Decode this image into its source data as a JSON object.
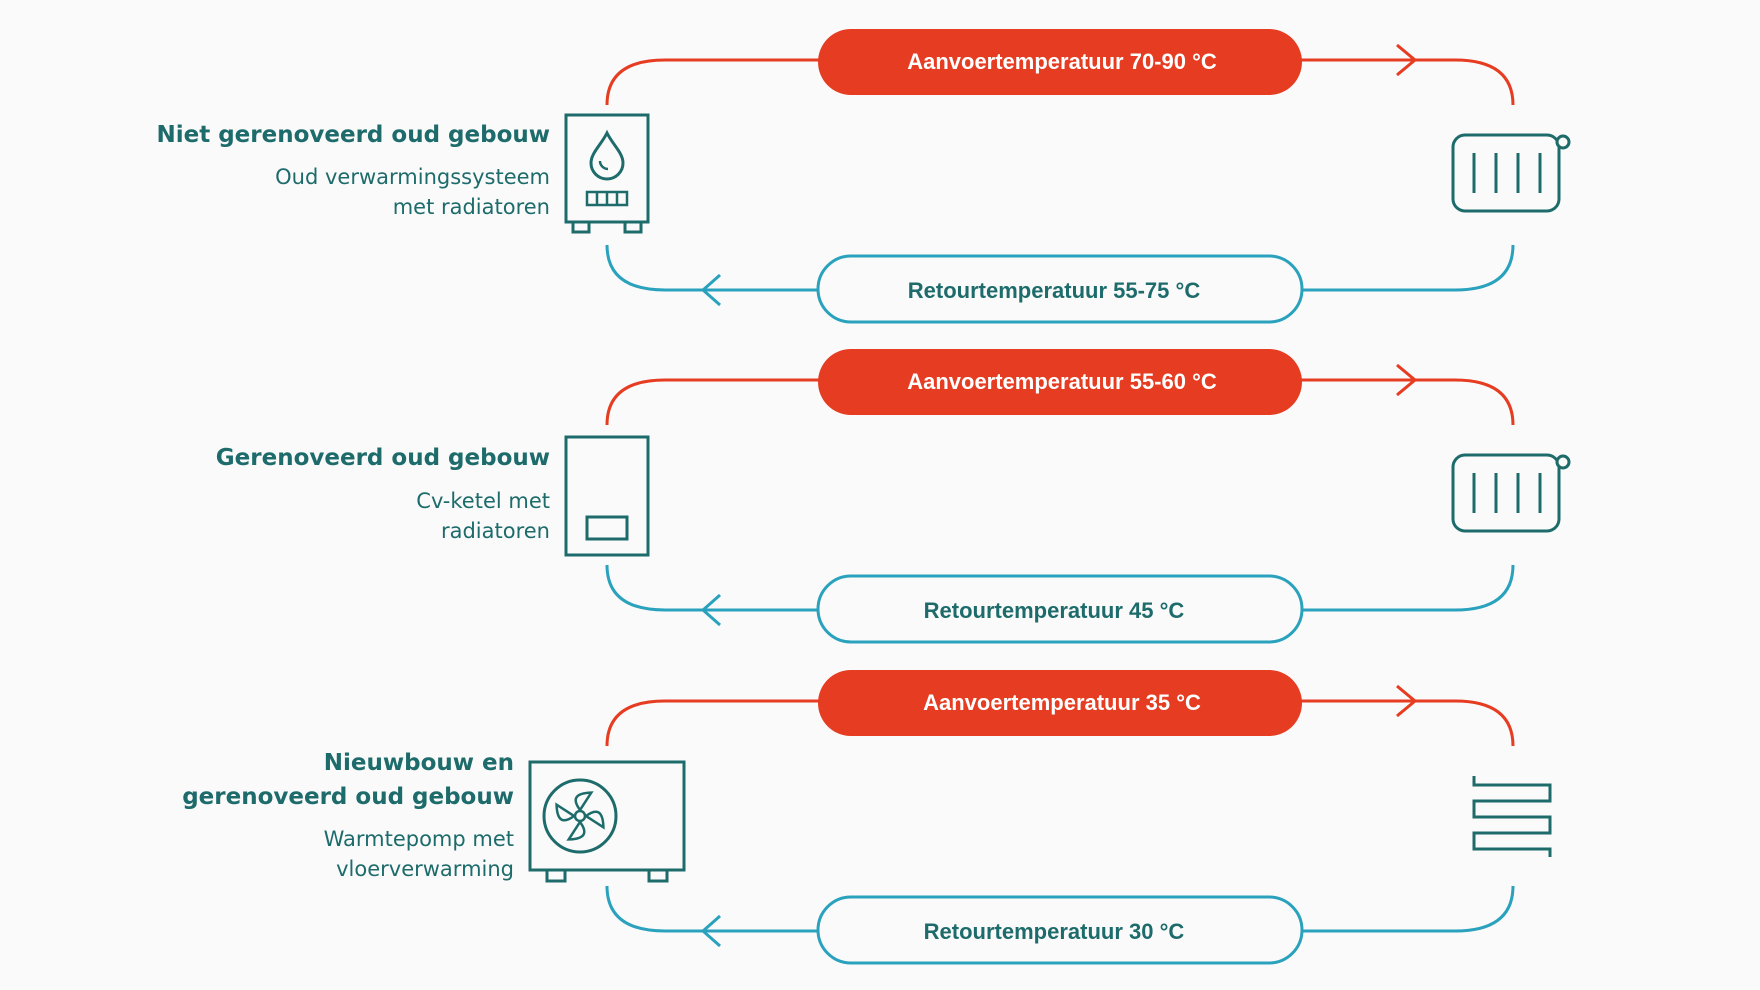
{
  "colors": {
    "supply": "#e63c21",
    "return": "#2aa2bd",
    "teal": "#1d6b6b",
    "background": "#fafafa",
    "pill_text_on_supply": "#ffffff"
  },
  "blocks": [
    {
      "title_lines": [
        "Niet gerenoveerd oud gebouw"
      ],
      "subtitle_lines": [
        "Oud verwarmingssysteem",
        "met radiatoren"
      ],
      "supply_label": "Aanvoertemperatuur 70-90 °C",
      "return_label": "Retourtemperatuur 55-75 °C",
      "source_icon": "oil-boiler-icon",
      "emitter_icon": "radiator-icon"
    },
    {
      "title_lines": [
        "Gerenoveerd oud gebouw"
      ],
      "subtitle_lines": [
        "Cv-ketel met",
        "radiatoren"
      ],
      "supply_label": "Aanvoertemperatuur 55-60 °C",
      "return_label": "Retourtemperatuur 45 °C",
      "source_icon": "gas-boiler-icon",
      "emitter_icon": "radiator-icon"
    },
    {
      "title_lines": [
        "Nieuwbouw en",
        "gerenoveerd oud gebouw"
      ],
      "subtitle_lines": [
        "Warmtepomp met",
        "vloerverwarming"
      ],
      "supply_label": "Aanvoertemperatuur 35 °C",
      "return_label": "Retourtemperatuur 30 °C",
      "source_icon": "heat-pump-icon",
      "emitter_icon": "floor-heating-icon"
    }
  ]
}
